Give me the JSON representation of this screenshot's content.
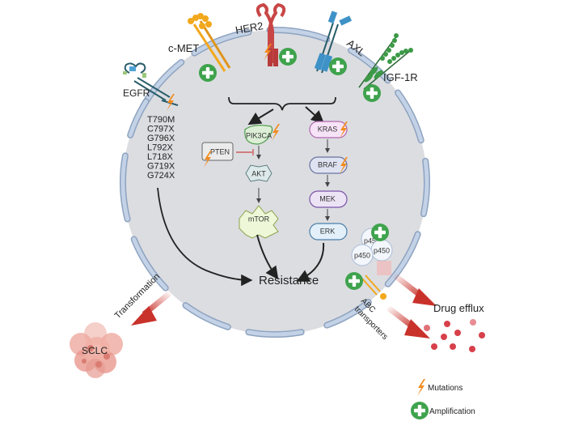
{
  "receptors": {
    "cmet": "c-MET",
    "her2": "HER2",
    "axl": "AXL",
    "igf1r": "IGF-1R",
    "egfr": "EGFR"
  },
  "egfr_mutations": [
    "T790M",
    "C797X",
    "G796X",
    "L792X",
    "L718X",
    "G719X",
    "G724X"
  ],
  "pathway_pi3k": {
    "pik3ca": "PIK3CA",
    "pten": "PTEN",
    "akt": "AKT",
    "mtor": "mTOR"
  },
  "pathway_mapk": {
    "kras": "KRAS",
    "braf": "BRAF",
    "mek": "MEK",
    "erk": "ERK"
  },
  "outcome": "Resistance",
  "p450": [
    "p450",
    "p450",
    "p450"
  ],
  "abc_label_1": "ABC",
  "abc_label_2": "transporters",
  "drug_efflux": "Drug efflux",
  "transformation": "Transformation",
  "sclc": "SCLC",
  "legend": {
    "mutations": "Mutations",
    "amplification": "Amplification"
  },
  "colors": {
    "cell_fill": "#dcdde1",
    "membrane": "#a9bcd6",
    "amplification_green": "#3fa34d",
    "mutation_orange": "#f28c1e",
    "arrow_red": "#c8322b",
    "her2_red": "#c94646",
    "cmet_orange": "#f2a81d",
    "axl_blue": "#3e92c7",
    "igf1r_green": "#3c9a47"
  }
}
